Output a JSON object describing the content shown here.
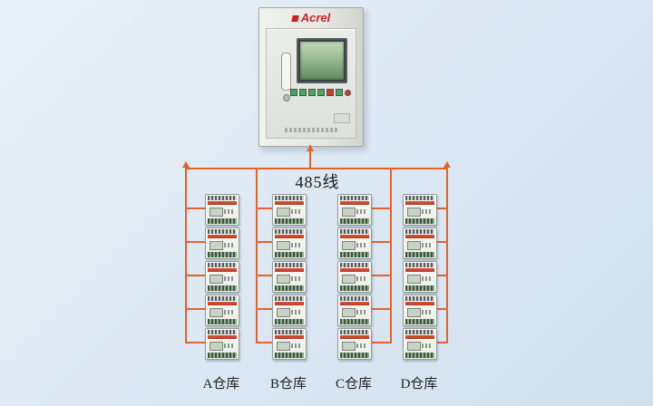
{
  "colors": {
    "background": "#dbe7f2",
    "line": "#e4632d",
    "logo_red": "#cc2227",
    "device_band": "#c44227",
    "screen_green": "#9dbf95"
  },
  "cabinet": {
    "brand": "Acrel"
  },
  "bus": {
    "label": "485线"
  },
  "columns": [
    {
      "label": "A仓库",
      "device_count": 5
    },
    {
      "label": "B仓库",
      "device_count": 5
    },
    {
      "label": "C仓库",
      "device_count": 5
    },
    {
      "label": "D仓库",
      "device_count": 5
    }
  ]
}
